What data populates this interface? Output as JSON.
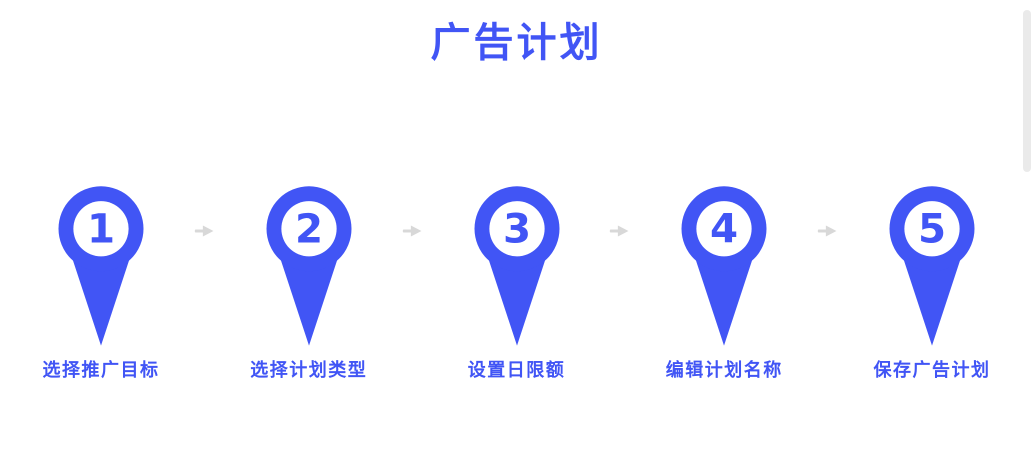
{
  "page": {
    "title": "广告计划",
    "accent_color": "#4155F5",
    "arrow_color": "#D8D8D8"
  },
  "steps": [
    {
      "number": "1",
      "label": "选择推广目标"
    },
    {
      "number": "2",
      "label": "选择计划类型"
    },
    {
      "number": "3",
      "label": "设置日限额"
    },
    {
      "number": "4",
      "label": "编辑计划名称"
    },
    {
      "number": "5",
      "label": "保存广告计划"
    }
  ]
}
